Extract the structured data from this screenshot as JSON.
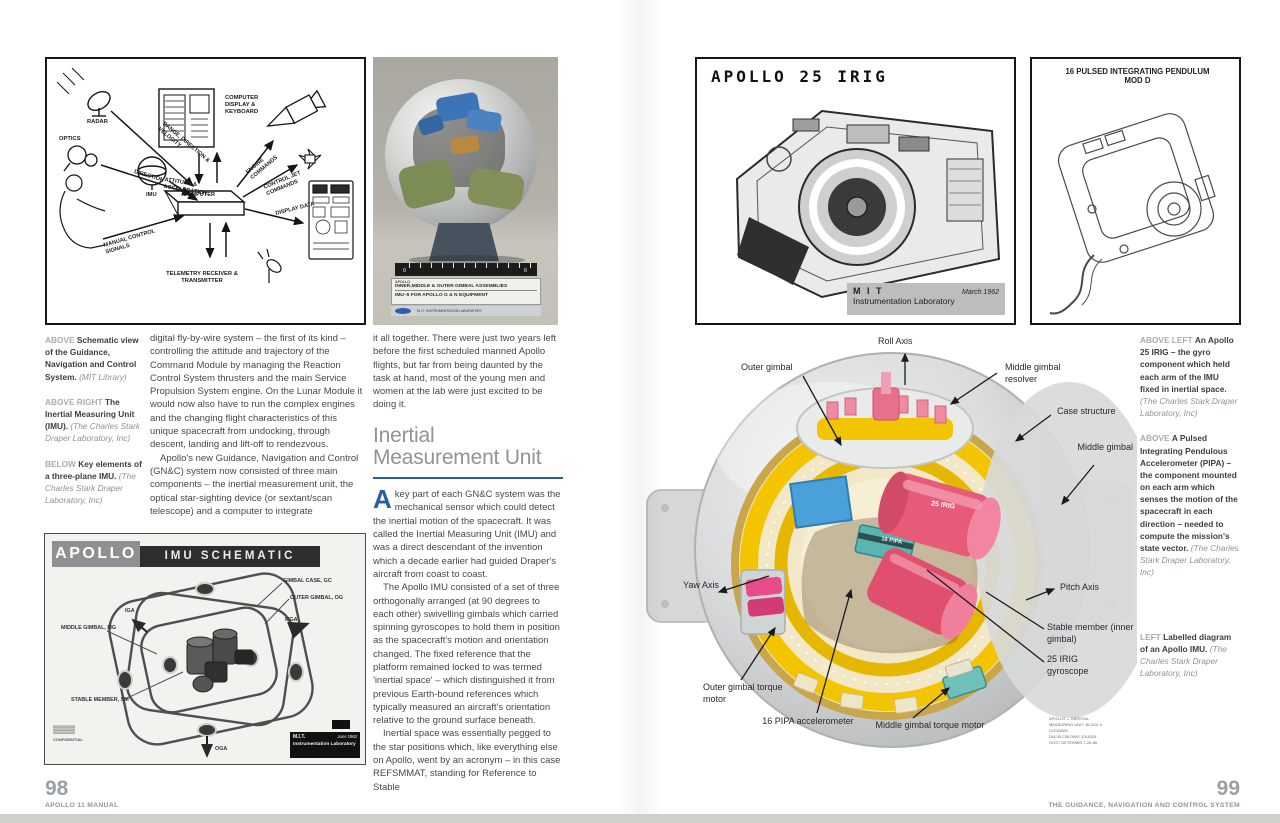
{
  "footer_left": {
    "page_number": "98",
    "label": "APOLLO 11 MANUAL"
  },
  "footer_right": {
    "page_number": "99",
    "label": "THE GUIDANCE, NAVIGATION AND CONTROL SYSTEM"
  },
  "left_page": {
    "captions": [
      {
        "label": "ABOVE",
        "text": "Schematic view of the Guidance, Navigation and Control System.",
        "credit": "(MIT Library)"
      },
      {
        "label": "ABOVE RIGHT",
        "text": "The Inertial Measuring Unit (IMU).",
        "credit": "(The Charles Stark Draper Laboratory, Inc)"
      },
      {
        "label": "BELOW",
        "text": "Key elements of a three-plane IMU.",
        "credit": "(The Charles Stark Draper Laboratory, Inc)"
      }
    ],
    "column1": {
      "p1": "digital fly-by-wire system – the first of its kind – controlling the attitude and trajectory of the Command Module by managing the Reaction Control System thrusters and the main Service Propulsion System engine. On the Lunar Module it would now also have to run the complex engines and the changing flight characteristics of this unique spacecraft from undocking, through descent, landing and lift-off to rendezvous.",
      "p2": "Apollo's new Guidance, Navigation and Control (GN&C) system now consisted of three main components – the inertial measurement unit, the optical star-sighting device (or sextant/scan telescope) and a computer to integrate"
    },
    "column2": {
      "p1": "it all together. There were just two years left before the first scheduled manned Apollo flights, but far from being daunted by the task at hand, most of the young men and women at the lab were just excited to be doing it.",
      "heading": "Inertial Measurement Unit",
      "dropcap": "A",
      "p2": "key part of each GN&C system was the mechanical sensor which could detect the inertial motion of the spacecraft. It was called the Inertial Measuring Unit (IMU) and was a direct descendant of the invention which a decade earlier had guided Draper's aircraft from coast to coast.",
      "p3": "The Apollo IMU consisted of a set of three orthogonally arranged (at 90 degrees to each other) swivelling gimbals which carried spinning gyroscopes to hold them in position as the spacecraft's motion and orientation changed. The fixed reference that the platform remained locked to was termed 'inertial space' – which distinguished it from previous Earth-bound references which typically measured an aircraft's orientation relative to the ground surface beneath.",
      "p4": "Inertial space was essentially pegged to the star positions which, like everything else on Apollo, went by an acronym – in this case REFSMMAT, standing for Reference to Stable"
    },
    "gnc_schematic": {
      "radar": "RADAR",
      "optics": "OPTICS",
      "imu": "IMU",
      "computer": "COMPUTER",
      "display_keyboard": "COMPUTER DISPLAY & KEYBOARD",
      "telemetry": "TELEMETRY RECEIVER & TRANSMITTER",
      "flow_range": "RANGE, DIRECTION & VELOCITY",
      "flow_direction": "DIRECTION",
      "flow_attitude": "ATTITUDE & ACCELERATION",
      "flow_manual": "MANUAL CONTROL SIGNALS",
      "flow_engine": "ENGINE COMMANDS",
      "flow_jet": "CONTROL JET COMMANDS",
      "flow_display": "DISPLAY DATA"
    },
    "imu_photo": {
      "plate_title": "APOLLO",
      "plate_line1": "INNER,MIDDLE & OUTER GIMBAL ASSEMBLIES",
      "plate_line2": "IMU–5   FOR APOLLO G & N EQUIPMENT",
      "plate_line3": "M.I.T. INSTRUMENTATION LABORATORY",
      "ruler_left": "0",
      "ruler_right": "6"
    },
    "imu_schematic": {
      "title_left": "APOLLO",
      "title_right": "IMU SCHEMATIC",
      "gimbal_case": "GIMBAL CASE, GC",
      "outer_gimbal": "OUTER GIMBAL, OG",
      "iga": "IGA",
      "mga": "MGA",
      "middle_gimbal": "MIDDLE GIMBAL, MG",
      "stable_member": "STABLE MEMBER, SM",
      "oga": "OGA",
      "confidential": "CONFIDENTIAL",
      "plate_org": "M.I.T.",
      "plate_date": "June 1962",
      "plate_org2": "Instrumentation Laboratory"
    }
  },
  "right_page": {
    "irig_figure": {
      "title": "APOLLO  25 IRIG",
      "plate_org": "M I T",
      "plate_date": "March 1962",
      "plate_org2": "Instrumentation Laboratory"
    },
    "pendulum_figure": {
      "title_line1": "16 PULSED INTEGRATING PENDULUM",
      "title_line2": "MOD D"
    },
    "cutaway": {
      "roll_axis": "Roll Axis",
      "outer_gimbal": "Outer gimbal",
      "middle_gimbal_resolver": "Middle gimbal resolver",
      "case_structure": "Case structure",
      "middle_gimbal": "Middle gimbal",
      "pitch_axis": "Pitch Axis",
      "stable_member": "Stable member (inner gimbal)",
      "irig_gyroscope": "25 IRIG gyroscope",
      "yaw_axis": "Yaw Axis",
      "outer_torque_motor": "Outer gimbal torque motor",
      "pipa_accelerometer": "16 PIPA accelerometer",
      "middle_torque_motor": "Middle gimbal torque motor",
      "label_irig": "25 IRIG",
      "label_pipa": "16 PIPA",
      "stamp_line1": "APOLLO — INERTIAL",
      "stamp_line2": "MEASURING UNIT, BLOCK II",
      "stamp_line3": "CUTAWAY,",
      "stamp_line4": "DIA 55-238 DWG-1015281",
      "stamp_line5": "GOST DETERMIN  7-26-66"
    },
    "captions": [
      {
        "label": "ABOVE LEFT",
        "text": "An Apollo 25 IRIG – the gyro component which held each arm of the IMU fixed in inertial space.",
        "credit": "(The Charles Stark Draper Laboratory, Inc)"
      },
      {
        "label": "ABOVE",
        "text": "A Pulsed Integrating Pendulous Accelerometer (PIPA) – the component mounted on each arm which senses the motion of the spacecraft in each direction – needed to compute the mission's state vector.",
        "credit": "(The Charles Stark Draper Laboratory, Inc)"
      },
      {
        "label": "LEFT",
        "text": "Labelled diagram of an Apollo IMU.",
        "credit": "(The Charles Stark Draper Laboratory, Inc)"
      }
    ]
  }
}
